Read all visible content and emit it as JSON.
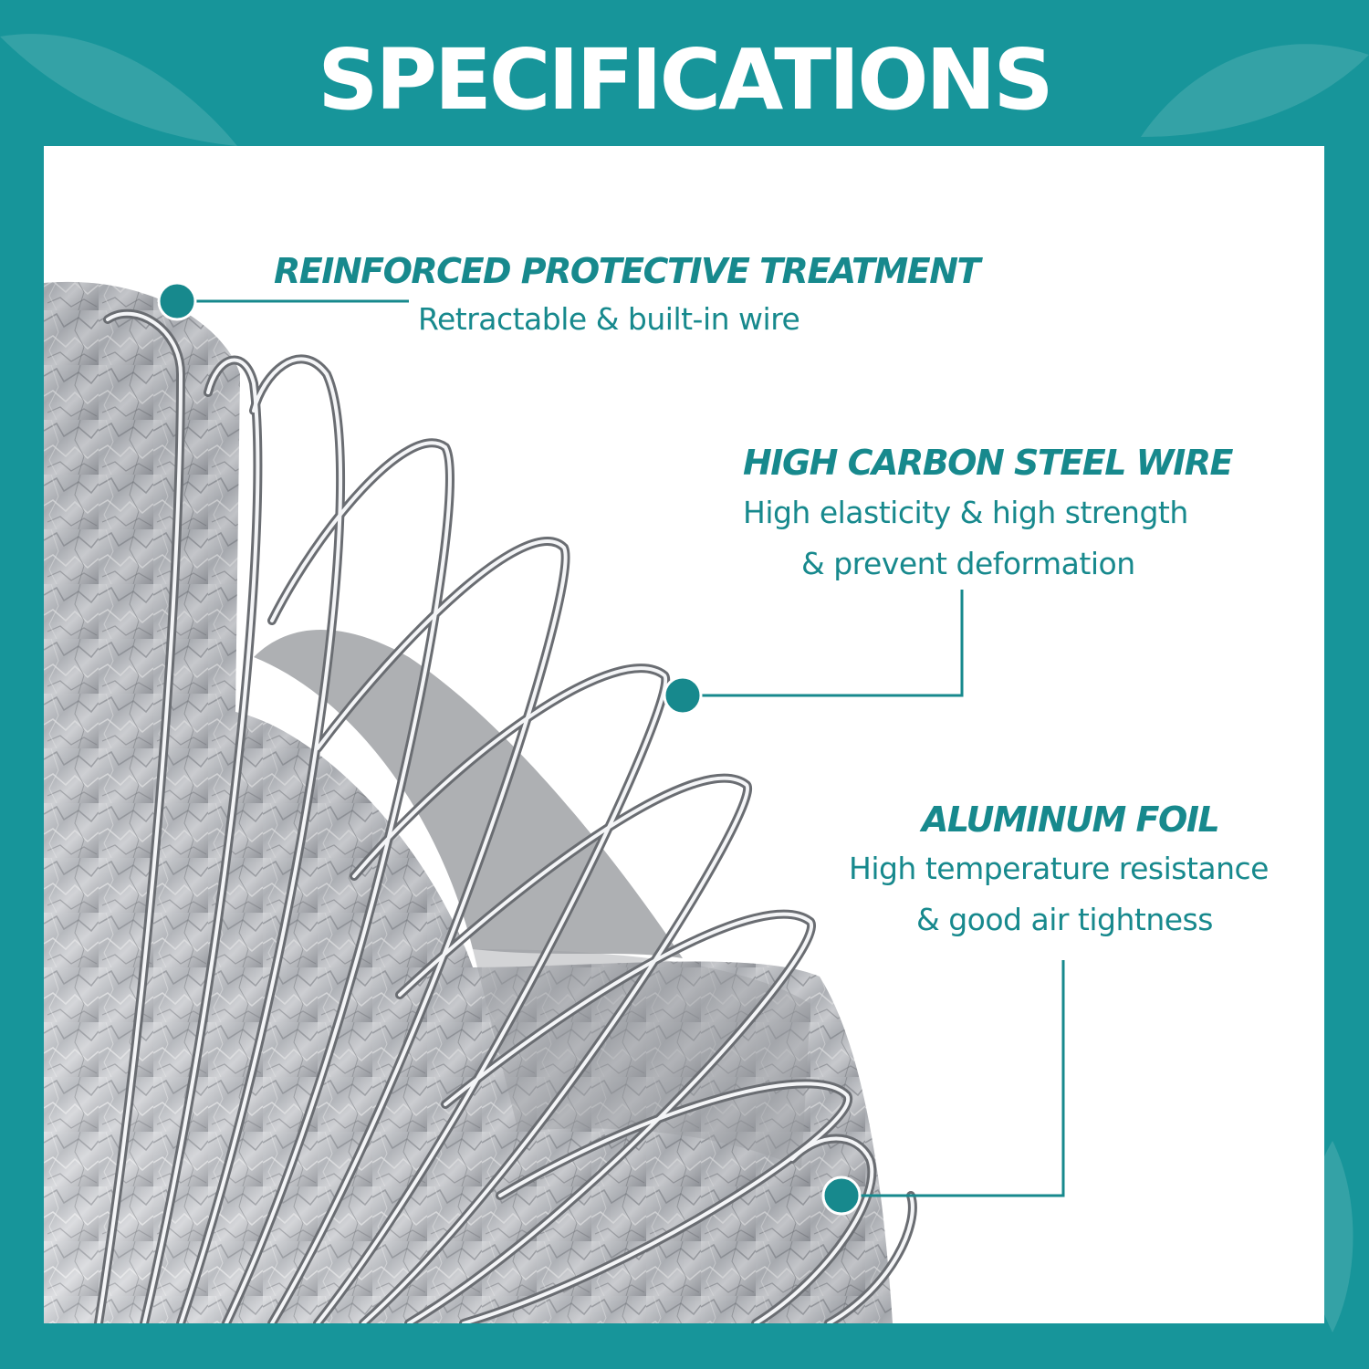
{
  "header": {
    "title": "SPECIFICATIONS"
  },
  "callouts": [
    {
      "title": "REINFORCED PROTECTIVE TREATMENT",
      "lines": [
        "Retractable & built-in wire"
      ]
    },
    {
      "title": "HIGH CARBON STEEL WIRE",
      "lines": [
        "High elasticity & high strength",
        "& prevent deformation"
      ]
    },
    {
      "title": "ALUMINUM FOIL",
      "lines": [
        "High temperature resistance",
        "& good air tightness"
      ]
    }
  ],
  "colors": {
    "brand_teal": "#17959a",
    "text_teal": "#17898d",
    "panel": "#ffffff",
    "foil_light": "#e9eaec",
    "foil_dark": "#8d9096"
  },
  "image": {
    "subject": "flexible aluminum foil duct with steel wire coil"
  }
}
